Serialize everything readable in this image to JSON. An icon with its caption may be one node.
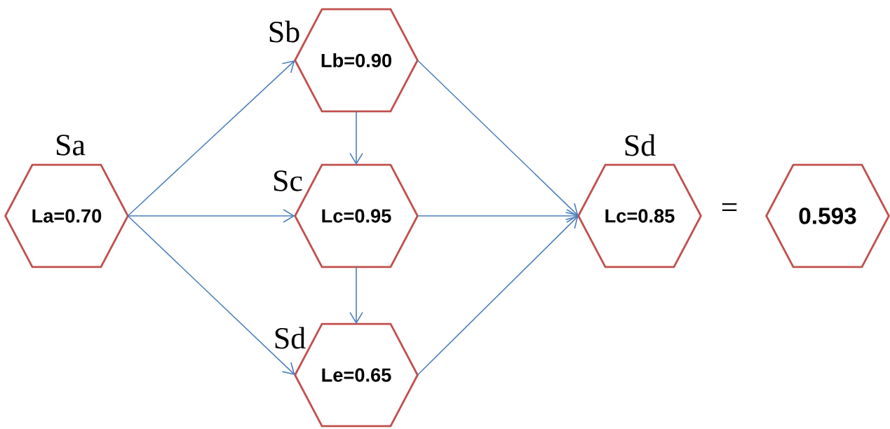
{
  "diagram": {
    "nodes": [
      {
        "text": [
          "La=0.70"
        ],
        "beside": [
          "Sa"
        ]
      },
      {
        "text": [
          "Lb=0.90"
        ],
        "beside": [
          "Sb"
        ]
      },
      {
        "text": [
          "Lc=0.95"
        ],
        "beside": [
          "Sc"
        ]
      },
      {
        "text": [
          "Le=0.65"
        ],
        "beside": [
          "Sd"
        ]
      },
      {
        "text": [
          "Lc=0.85"
        ],
        "beside": [
          "Sd"
        ]
      },
      {
        "text": [
          "0.593"
        ]
      }
    ],
    "edges": [
      {
        "from": 0,
        "to": 1,
        "arrow": "to"
      },
      {
        "from": 0,
        "to": 2,
        "arrow": "to"
      },
      {
        "from": 0,
        "to": 3,
        "arrow": "to"
      },
      {
        "from": 1,
        "to": 2,
        "arrow": "to"
      },
      {
        "from": 2,
        "to": 3,
        "arrow": "to"
      },
      {
        "from": 1,
        "to": 4,
        "arrow": "to"
      },
      {
        "from": 2,
        "to": 4,
        "arrow": "to"
      },
      {
        "from": 3,
        "to": 4,
        "arrow": "to"
      }
    ],
    "labels": [
      "="
    ]
  }
}
